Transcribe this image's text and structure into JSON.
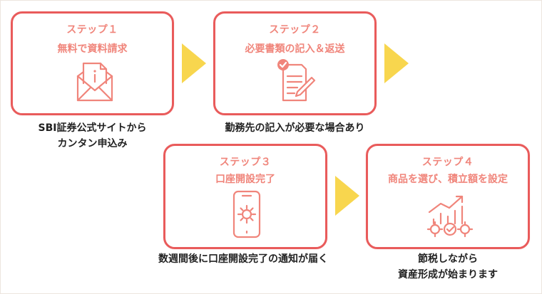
{
  "steps": [
    {
      "label": "ステップ１",
      "title": "無料で資料請求",
      "icon": "envelope-document-icon",
      "caption_lines": [
        "SBI証券公式サイトから",
        "カンタン申込み"
      ]
    },
    {
      "label": "ステップ２",
      "title": "必要書類の記入＆返送",
      "icon": "checklist-pen-icon",
      "caption_lines": [
        "勤務先の記入が必要な場合あり"
      ]
    },
    {
      "label": "ステップ３",
      "title": "口座開設完了",
      "icon": "smartphone-gear-icon",
      "caption_lines": [
        "数週間後に口座開設完了の通知が届く"
      ]
    },
    {
      "label": "ステップ４",
      "title": "商品を選び、積立額を設定",
      "icon": "growth-chart-gears-icon",
      "caption_lines": [
        "節税しながら",
        "資産形成が始まります"
      ]
    }
  ],
  "colors": {
    "card_border": "#e95b5b",
    "step_text": "#f0857b",
    "icon_stroke": "#f0857b",
    "arrow": "#f8d64e",
    "caption_text": "#222222"
  }
}
